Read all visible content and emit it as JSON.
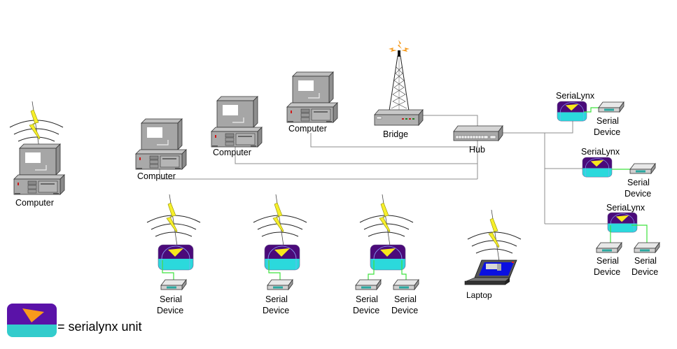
{
  "title": "SeriaLynx wireless network diagram",
  "colors": {
    "serialynx_top": "#4b0a7a",
    "serialynx_bottom": "#2bd9dc",
    "serialynx_arrow": "#f7e81c",
    "legend_top": "#5a12a8",
    "legend_bottom": "#33cccc",
    "legend_arrow": "#f99a1c",
    "bolt": "#f7ef2a",
    "serial_link": "#3ee23e",
    "network_link": "#8c8c8c",
    "laptop_screen": "#0a10e0"
  },
  "nodes": {
    "wireless_computer": {
      "label": "Computer"
    },
    "computer_1": {
      "label": "Computer"
    },
    "computer_2": {
      "label": "Computer"
    },
    "computer_3": {
      "label": "Computer"
    },
    "bridge": {
      "label": "Bridge"
    },
    "hub": {
      "label": "Hub"
    },
    "serialynx_1": {
      "label": "SeriaLynx",
      "device_line1": "Serial",
      "device_line2": "Device"
    },
    "serialynx_2": {
      "label": "SeriaLynx",
      "device_line1": "Serial",
      "device_line2": "Device"
    },
    "serialynx_3": {
      "label": "SeriaLynx",
      "devices": [
        {
          "line1": "Serial",
          "line2": "Device"
        },
        {
          "line1": "Serial",
          "line2": "Device"
        }
      ]
    },
    "wireless_serialynx_1": {
      "devices": [
        {
          "line1": "Serial",
          "line2": "Device"
        }
      ]
    },
    "wireless_serialynx_2": {
      "devices": [
        {
          "line1": "Serial",
          "line2": "Device"
        }
      ]
    },
    "wireless_serialynx_3": {
      "devices": [
        {
          "line1": "Serial",
          "line2": "Device"
        },
        {
          "line1": "Serial",
          "line2": "Device"
        }
      ]
    },
    "laptop": {
      "label": "Laptop"
    }
  },
  "legend": {
    "label": "= serialynx unit"
  }
}
